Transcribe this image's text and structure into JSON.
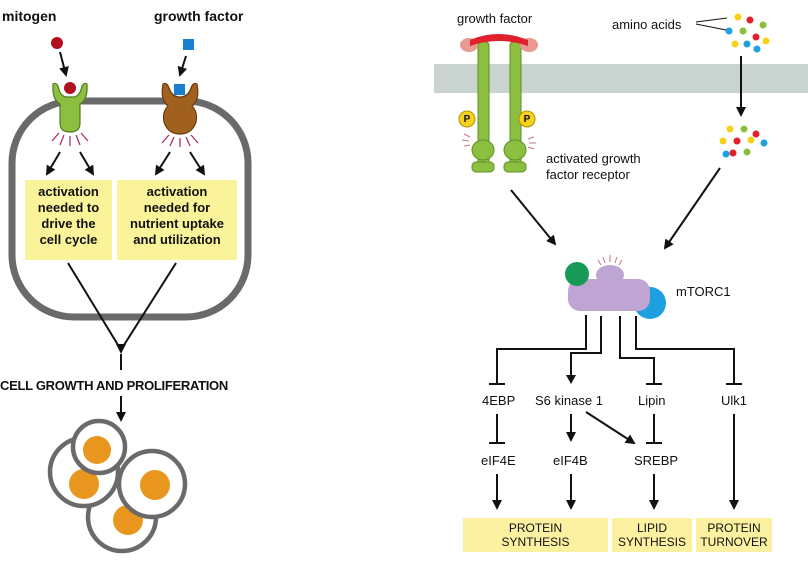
{
  "left_panel": {
    "mitogen_label": "mitogen",
    "growth_factor_label": "growth factor",
    "box_cell_cycle": [
      "activation",
      "needed to",
      "drive the",
      "cell cycle"
    ],
    "box_nutrient": [
      "activation",
      "needed for",
      "nutrient uptake",
      "and utilization"
    ],
    "outcome_label": "CELL GROWTH AND PROLIFERATION"
  },
  "right_panel": {
    "growth_factor_label": "growth factor",
    "amino_acids_label": "amino acids",
    "phospho_label": "P",
    "receptor_label_line1": "activated growth",
    "receptor_label_line2": "factor receptor",
    "mtorc1_label": "mTORC1",
    "targets": {
      "t4ebp": "4EBP",
      "s6k": "S6 kinase 1",
      "lipin": "Lipin",
      "ulk1": "Ulk1",
      "eif4e": "eIF4E",
      "eif4b": "eIF4B",
      "srebp": "SREBP"
    },
    "outcomes": {
      "protein_synthesis": [
        "PROTEIN",
        "SYNTHESIS"
      ],
      "lipid_synthesis": [
        "LIPID",
        "SYNTHESIS"
      ],
      "protein_turnover": [
        "PROTEIN",
        "TURNOVER"
      ]
    }
  },
  "colors": {
    "highlight_yellow": "#fbf39a",
    "receptor_green": "#8cbf3f",
    "receptor_brown": "#a0601e",
    "mitogen_red": "#b0101e",
    "growth_factor_blue": "#1a7fd0",
    "membrane_gray": "#c9d3d0",
    "cell_outline": "#6a6a6a",
    "mtorc1_lavender": "#bfa5d3",
    "nucleus_orange": "#e8961e"
  }
}
